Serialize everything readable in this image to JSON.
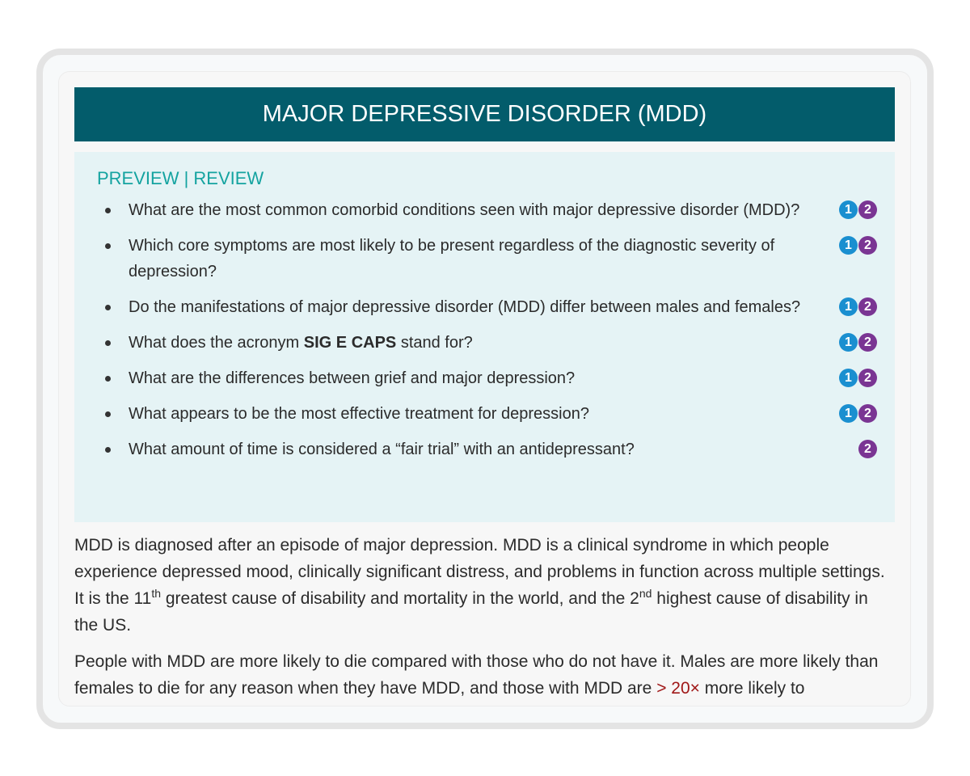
{
  "title": "MAJOR DEPRESSIVE DISORDER (MDD)",
  "preview": {
    "heading": "PREVIEW | REVIEW",
    "questions": [
      {
        "text": "What are the most common comorbid conditions seen with major depressive disorder (MDD)?",
        "badges": [
          "1",
          "2"
        ]
      },
      {
        "text": "Which core symptoms are most likely to be present regardless of the diagnostic severity of depression?",
        "badges": [
          "1",
          "2"
        ]
      },
      {
        "text": "Do the manifestations of major depressive disorder (MDD) differ between males and females?",
        "badges": [
          "1",
          "2"
        ]
      },
      {
        "pre": "What does the acronym ",
        "bold": "SIG E CAPS",
        "post": " stand for?",
        "badges": [
          "1",
          "2"
        ]
      },
      {
        "text": "What are the differences between grief and major depression?",
        "badges": [
          "1",
          "2"
        ]
      },
      {
        "text": "What appears to be the most effective treatment for depression?",
        "badges": [
          "1",
          "2"
        ]
      },
      {
        "text": "What amount of time is considered a “fair trial” with an antidepressant?",
        "badges": [
          "2"
        ]
      }
    ]
  },
  "body": {
    "p1": {
      "a": "MDD is diagnosed after an episode of major depression. MDD is a clinical syndrome in which people experience depressed mood, clinically significant distress, and problems in function across multiple settings. It is the 11",
      "sup1": "th",
      "b": " greatest cause of disability and mortality in the world, and the 2",
      "sup2": "nd",
      "c": " highest cause of disability in the US."
    },
    "p2": {
      "a": "People with MDD are more likely to die compared with those who do not have it. Males are more likely than females to die for any reason when they have MDD, and those with MDD are ",
      "highlight": "> 20×",
      "b": " more likely to"
    }
  },
  "colors": {
    "header": "#035c6b",
    "accent": "#14a3a0",
    "badge1": "#1a8fd0",
    "badge2": "#7a3593",
    "highlight": "#a01818"
  }
}
